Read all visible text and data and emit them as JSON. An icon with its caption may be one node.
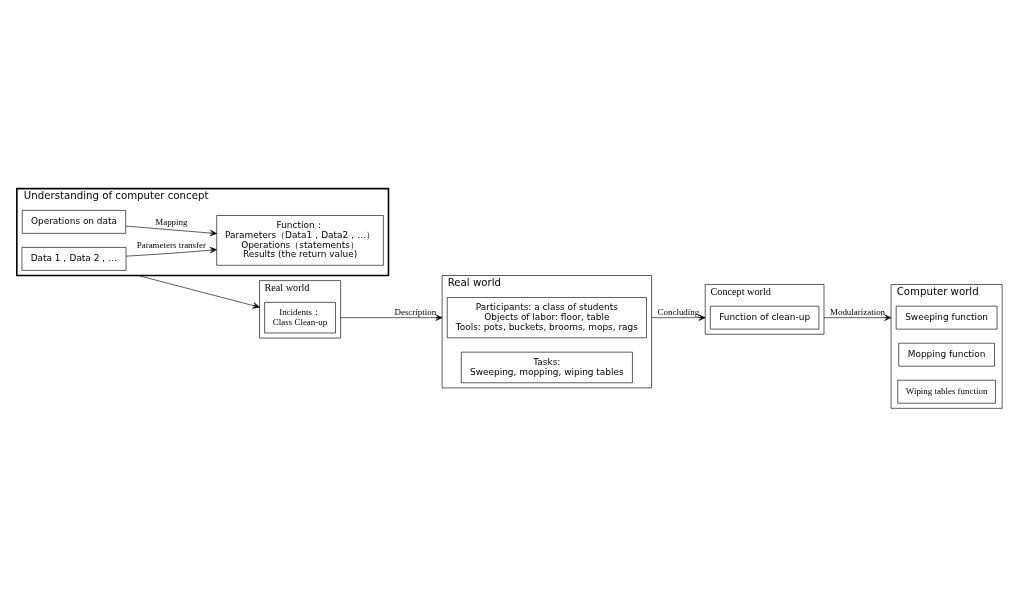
{
  "diagram": {
    "nodes": [
      {
        "text": [
          "Understanding of computer concept"
        ]
      },
      {
        "text": [
          "Data 1，Data 2，…"
        ],
        "in": 0
      },
      {
        "text": [
          "Operations on data"
        ],
        "in": 0
      },
      {
        "text": [
          "Function：",
          "Parameters（Data1，Data2，…）",
          "Operations（statements）",
          "Results (the return value)"
        ],
        "in": 0
      },
      {
        "text": [
          "Real world"
        ]
      },
      {
        "text": [
          "Incidents：",
          "Class Clean-up"
        ],
        "in": 4
      },
      {
        "text": [
          "Real world"
        ]
      },
      {
        "text": [
          "Participants: a class of students",
          "Objects of labor: floor, table",
          "Tools: pots, buckets, brooms, mops, rags"
        ],
        "in": 6
      },
      {
        "text": [
          "Tasks:",
          "Sweeping, mopping, wiping tables"
        ],
        "in": 6
      },
      {
        "text": [
          "Concept world"
        ]
      },
      {
        "text": [
          "Function of clean-up"
        ],
        "in": 9
      },
      {
        "text": [
          "Computer world"
        ]
      },
      {
        "text": [
          "Sweeping function"
        ],
        "in": 11
      },
      {
        "text": [
          "Mopping function"
        ],
        "in": 11
      },
      {
        "text": [
          "Wiping tables function"
        ],
        "in": 11
      }
    ],
    "edges": [
      {
        "from": 1,
        "to": 3,
        "arrow": "to",
        "label": "Parameters transfer"
      },
      {
        "from": 2,
        "to": 3,
        "arrow": "to",
        "label": "Mapping"
      },
      {
        "from": 0,
        "to": 4,
        "arrow": "to"
      },
      {
        "from": 4,
        "to": 6,
        "arrow": "to",
        "label": "Description"
      },
      {
        "from": 6,
        "to": 9,
        "arrow": "to",
        "label": "Concluding"
      },
      {
        "from": 9,
        "to": 11,
        "arrow": "to",
        "label": "Modularization"
      }
    ]
  }
}
